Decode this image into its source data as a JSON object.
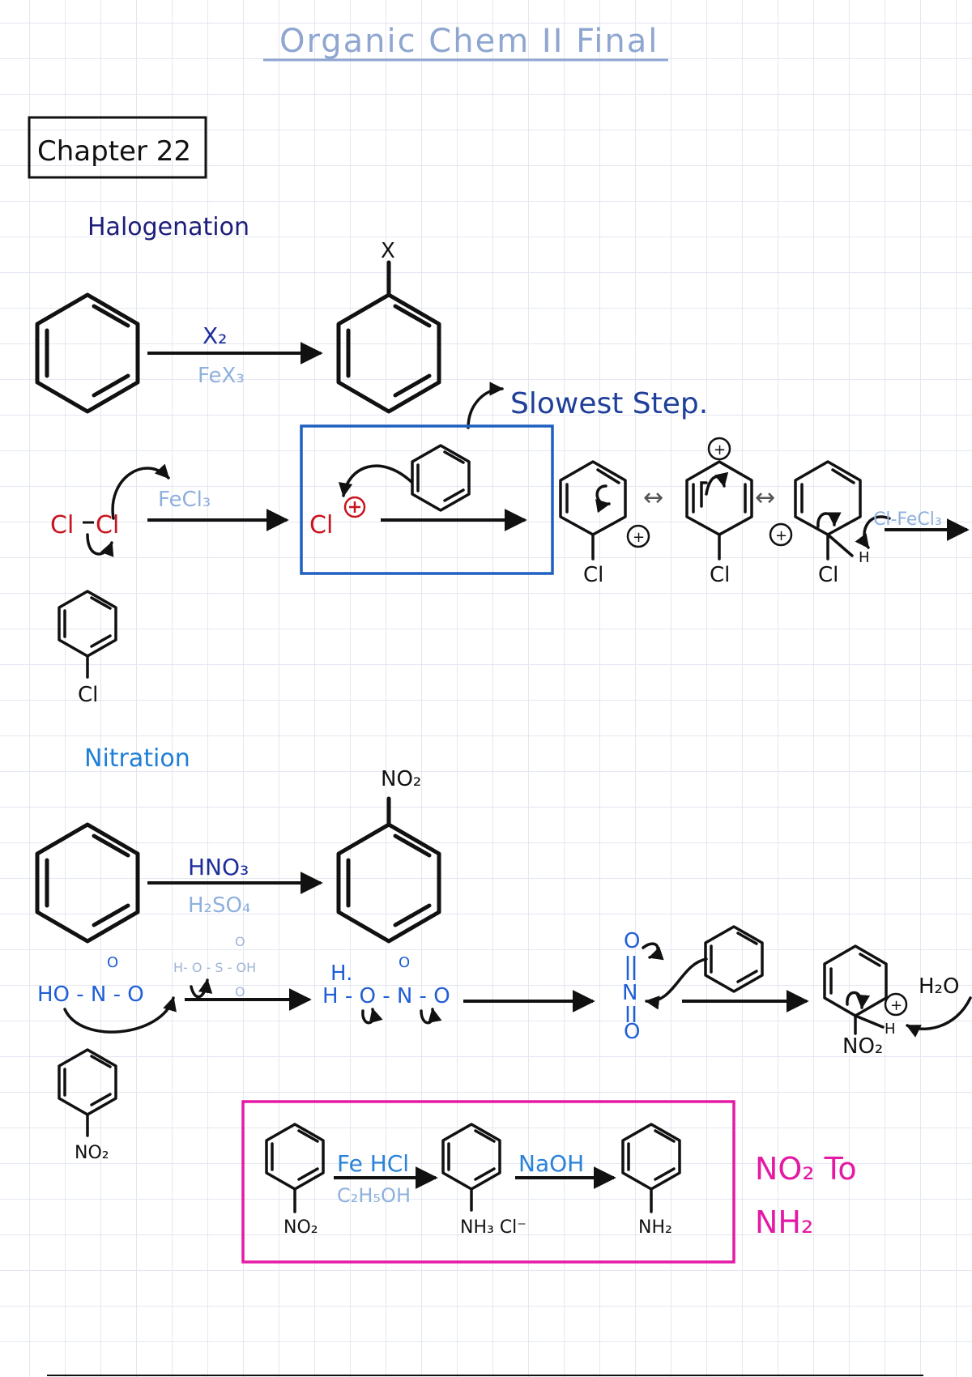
{
  "page": {
    "title": "Organic Chem II Final",
    "chapter": "Chapter 22"
  },
  "halogenation": {
    "heading": "Halogenation",
    "product_substituent": "X",
    "reagent_top": "X₂",
    "reagent_bottom": "FeX₃",
    "mechanism": {
      "cl_left": "Cl",
      "cl_right": "Cl",
      "catalyst": "FeCl₃",
      "electrophile": "Cl",
      "slowest_step": "Slowest Step.",
      "resonance_cl_1": "Cl",
      "resonance_cl_2": "Cl",
      "resonance_cl_3": "Cl",
      "hydrogen": "H",
      "base": "Cl-FeCl₃"
    },
    "final_product_substituent": "Cl"
  },
  "nitration": {
    "heading": "Nitration",
    "product_substituent": "NO₂",
    "reagent_top": "HNO₃",
    "reagent_bottom": "H₂SO₄",
    "mechanism": {
      "nitric_acid": "HO - N - O",
      "nitric_o_top": "O",
      "sulfuric_acid": "H- O - S - OH",
      "sulfuric_o_top": "O",
      "sulfuric_o_bottom": "O",
      "protonated_h_top": "H.",
      "protonated": "H - O - N - O",
      "protonated_o_top": "O",
      "nitronium_o_top": "O",
      "nitronium_n": "N",
      "nitronium_o_bottom": "O",
      "sigma_substituent": "NO₂",
      "sigma_h": "H",
      "water": "H₂O"
    },
    "final_product_substituent": "NO₂"
  },
  "reduction": {
    "start_substituent": "NO₂",
    "reagent1_top": "Fe  HCl",
    "reagent1_bottom": "C₂H₅OH",
    "intermediate_substituent": "NH₃ Cl⁻",
    "reagent2_top": "NaOH",
    "product_substituent": "NH₂",
    "note_line1": "NO₂ To",
    "note_line2": "NH₂"
  },
  "colors": {
    "title": "#8fa6d0",
    "halogenation_heading": "#1d1d7a",
    "nitration_heading": "#1f7fd6",
    "box_blue": "#1f5fbf",
    "box_pink": "#e41aa5",
    "chlorine_red": "#c8141e"
  }
}
